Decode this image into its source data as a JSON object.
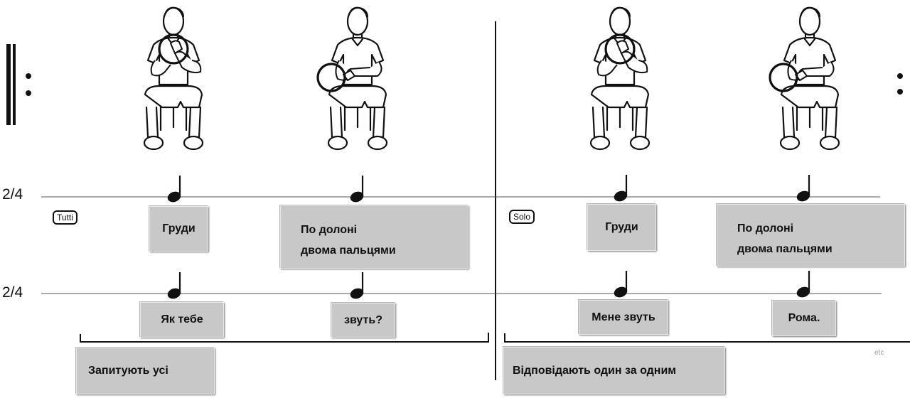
{
  "rows": [
    {
      "meter": "2/4",
      "tag": "Tutti"
    },
    {
      "meter": "2/4",
      "tag": "Solo"
    }
  ],
  "row1_boxes": [
    {
      "lines": [
        "Груди"
      ]
    },
    {
      "lines": [
        "По долоні",
        "двома пальцями"
      ]
    },
    {
      "lines": [
        "Груди"
      ]
    },
    {
      "lines": [
        "По долоні",
        "двома пальцями"
      ]
    }
  ],
  "row2_boxes": [
    "Як тебе",
    "звуть?",
    "Мене звуть",
    "Рома."
  ],
  "bottom": {
    "left": "Запитують усі",
    "right": "Відповідають один за одним"
  },
  "etc": "etc"
}
